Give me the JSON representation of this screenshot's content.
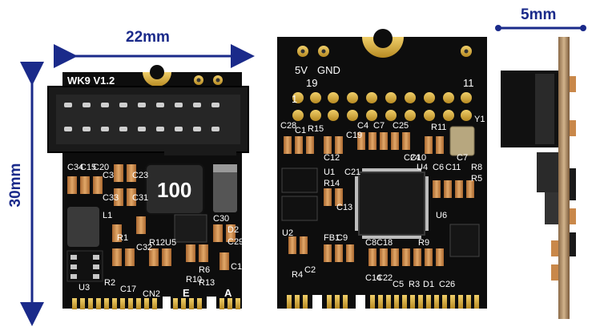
{
  "dimensions": {
    "width": "22mm",
    "height": "30mm",
    "thickness": "5mm"
  },
  "board_left": {
    "version": "WK9  V1.2",
    "chip_label": "100",
    "silk": [
      "C34",
      "C15",
      "C20",
      "C3",
      "C33",
      "C23",
      "C31",
      "L1",
      "R1",
      "R2",
      "C17",
      "U3",
      "C32",
      "R12",
      "U5",
      "C30",
      "D2",
      "C29",
      "C1",
      "R6",
      "R10",
      "R13",
      "CN2",
      "E",
      "A"
    ]
  },
  "board_middle": {
    "silk": [
      "5V",
      "GND",
      "19",
      "1",
      "11",
      "C28",
      "C1",
      "R15",
      "C12",
      "C19",
      "C4",
      "C7",
      "C25",
      "C24",
      "R11",
      "Y1",
      "C10",
      "U1",
      "R14",
      "C21",
      "C13",
      "U4",
      "C6",
      "C11",
      "C7",
      "R8",
      "R5",
      "U6",
      "U2",
      "R4",
      "C2",
      "FB1",
      "C9",
      "C8",
      "C18",
      "R9",
      "C14",
      "C22",
      "C5",
      "R3",
      "D1",
      "C26"
    ]
  },
  "colors": {
    "pcb": "#0d0d0d",
    "gold": "#d4a93a",
    "dimension": "#1a2a8a",
    "component_orange": "#c9884a"
  }
}
